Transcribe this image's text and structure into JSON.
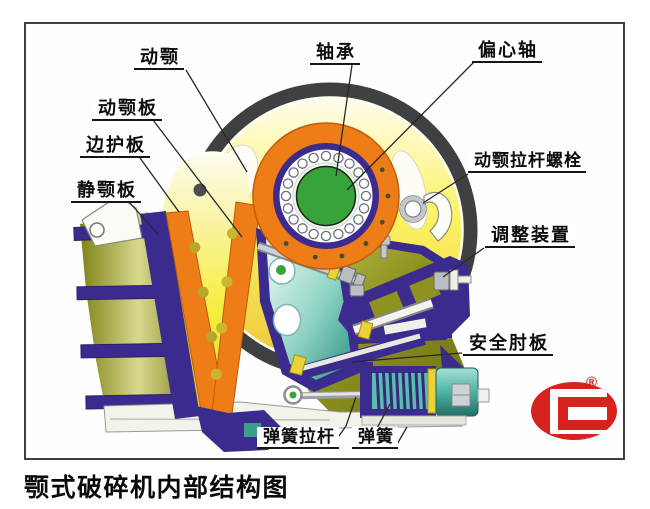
{
  "figure": {
    "caption": "颚式破碎机内部结构图",
    "registered_mark": "®",
    "labels": {
      "moving_jaw": "动颚",
      "bearing": "轴承",
      "eccentric_shaft": "偏心轴",
      "moving_jaw_plate": "动颚板",
      "side_guard_plate": "边护板",
      "fixed_jaw_plate": "静颚板",
      "tie_rod_bolt": "动颚拉杆螺栓",
      "adjustment_device": "调整装置",
      "safety_toggle_plate": "安全肘板",
      "spring_tie_rod": "弹簧拉杆",
      "spring": "弹簧"
    },
    "colors": {
      "flywheel_rim": "#3e4042",
      "flywheel_face_yellow": "#f9ef55",
      "bearing_housing_orange": "#ef7d17",
      "bearing_race_purple": "#3b2b8e",
      "shaft_green": "#36a438",
      "frame_olive": "#8e921e",
      "chamber_yellow": "#f6ee3f",
      "moving_jaw_teal": "#4cb4a4",
      "logo_red": "#d6231e",
      "label_text": "#0d0d0d"
    }
  }
}
